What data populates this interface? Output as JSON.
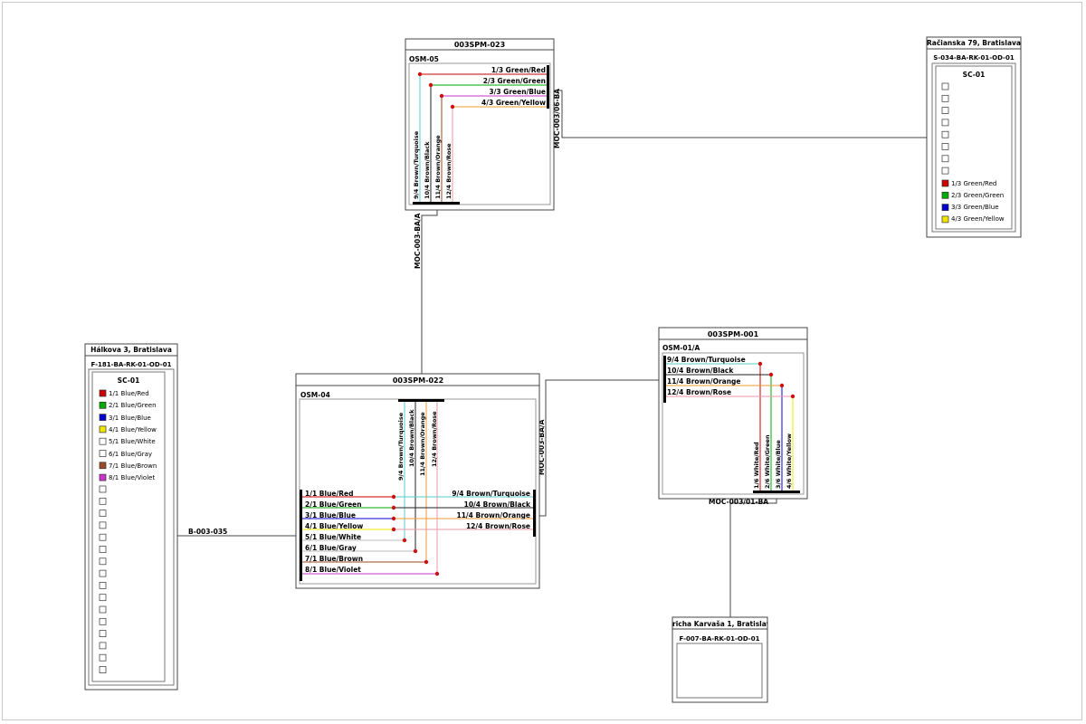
{
  "colors": {
    "red": "#cc0000",
    "green": "#00aa00",
    "blue": "#0000cc",
    "yellow": "#f2e600",
    "white": "#ffffff",
    "gray": "#bbbbbb",
    "brown": "#9b4a2a",
    "violet": "#cc33cc",
    "turquoise": "#55cccc",
    "black": "#222222",
    "orange": "#ee9933",
    "rose": "#ee99aa",
    "dot": "#cc1111"
  },
  "box_023": {
    "title": "003SPM-023",
    "module": "OSM-05",
    "right_fibers": [
      "1/3 Green/Red",
      "2/3 Green/Green",
      "3/3 Green/Blue",
      "4/3 Green/Yellow"
    ],
    "bottom_fibers": [
      "9/4 Brown/Turquoise",
      "10/4 Brown/Black",
      "11/4 Brown/Orange",
      "12/4 Brown/Rose"
    ]
  },
  "box_022": {
    "title": "003SPM-022",
    "module": "OSM-04",
    "top_fibers": [
      "9/4 Brown/Turquoise",
      "10/4 Brown/Black",
      "11/4 Brown/Orange",
      "12/4 Brown/Rose"
    ],
    "left_fibers": [
      "1/1 Blue/Red",
      "2/1 Blue/Green",
      "3/1 Blue/Blue",
      "4/1 Blue/Yellow",
      "5/1 Blue/White",
      "6/1 Blue/Gray",
      "7/1 Blue/Brown",
      "8/1 Blue/Violet"
    ],
    "right_fibers": [
      "9/4 Brown/Turquoise",
      "10/4 Brown/Black",
      "11/4 Brown/Orange",
      "12/4 Brown/Rose"
    ]
  },
  "box_001": {
    "title": "003SPM-001",
    "module": "OSM-01/A",
    "left_fibers": [
      "9/4 Brown/Turquoise",
      "10/4 Brown/Black",
      "11/4 Brown/Orange",
      "12/4 Brown/Rose"
    ],
    "bottom_fibers": [
      "1/6 White/Red",
      "2/6 White/Green",
      "3/6 White/Blue",
      "4/6 White/Yellow"
    ]
  },
  "site_racianska": {
    "title": "Račianska 79, Bratislava",
    "rack": "S-034-BA-RK-01-OD-01",
    "cassette": "SC-01",
    "empty_ports": 8,
    "labeled_ports": [
      "1/3 Green/Red",
      "2/3 Green/Green",
      "3/3 Green/Blue",
      "4/3 Green/Yellow"
    ]
  },
  "site_halkova": {
    "title": "Hálkova 3, Bratislava",
    "rack": "F-181-BA-RK-01-OD-01",
    "cassette": "SC-01",
    "labeled_ports": [
      "1/1 Blue/Red",
      "2/1 Blue/Green",
      "3/1 Blue/Blue",
      "4/1 Blue/Yellow",
      "5/1 Blue/White",
      "6/1 Blue/Gray",
      "7/1 Blue/Brown",
      "8/1 Blue/Violet"
    ],
    "empty_ports": 16
  },
  "site_karvas": {
    "title": "richa Karvaša 1, Bratislav",
    "rack": "F-007-BA-RK-01-OD-01"
  },
  "cables": {
    "moc_003_06_ba": "MOC-003/06-BA",
    "moc_003_ba_a_vertical": "MOC-003-BA/A",
    "moc_003_ba_a_right": "MOC-003-BA/A",
    "moc_003_01_ba": "MOC-003/01-BA",
    "b_003_035": "B-003-035"
  }
}
